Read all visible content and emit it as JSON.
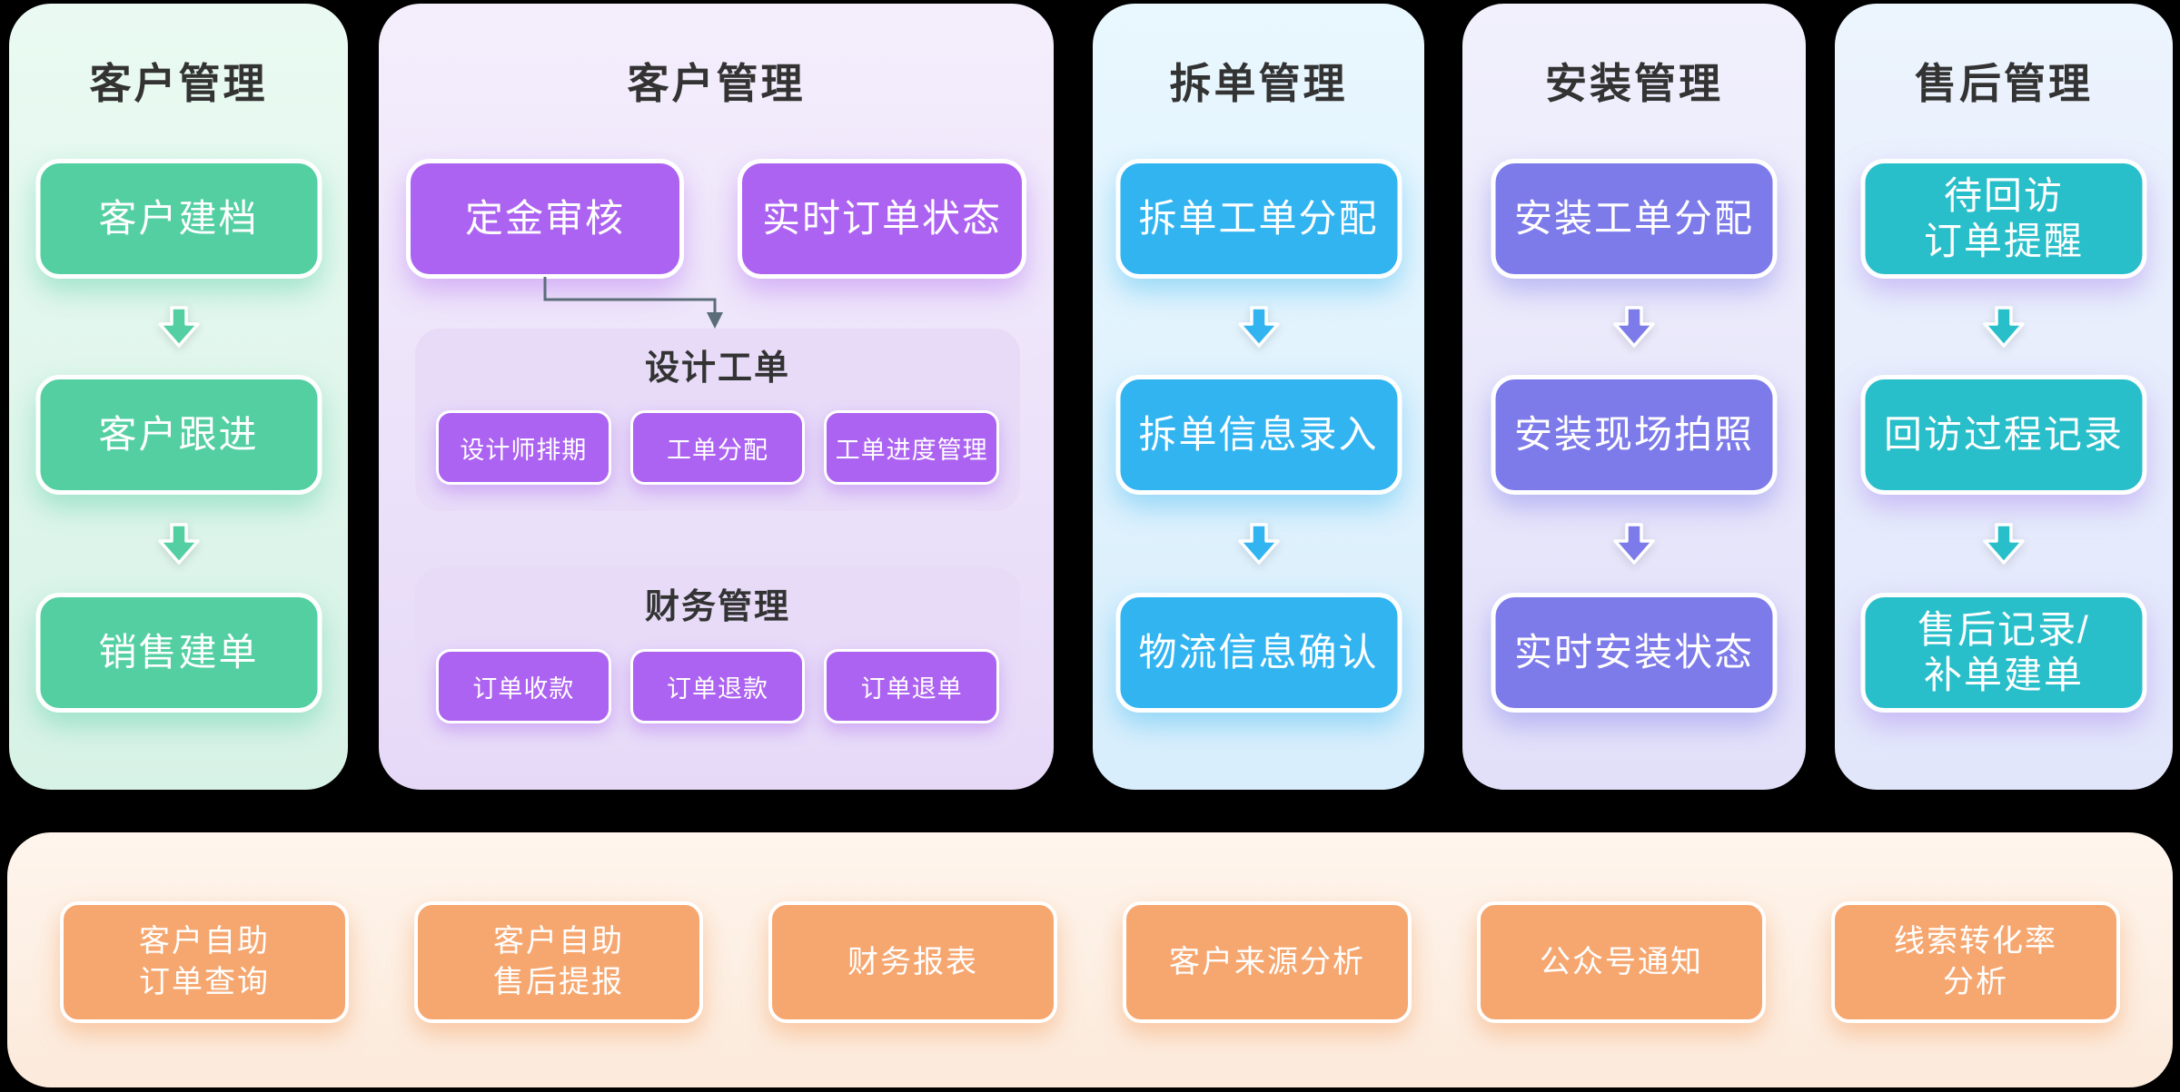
{
  "columns": [
    {
      "title": "客户管理",
      "theme": "green",
      "flow": [
        "客户建档",
        "客户跟进",
        "销售建单"
      ]
    },
    {
      "title": "客户管理",
      "theme": "purple",
      "top_row": [
        "定金审核",
        "实时订单状态"
      ],
      "sections": [
        {
          "title": "设计工单",
          "items": [
            "设计师排期",
            "工单分配",
            "工单进度管理"
          ]
        },
        {
          "title": "财务管理",
          "items": [
            "订单收款",
            "订单退款",
            "订单退单"
          ]
        }
      ]
    },
    {
      "title": "拆单管理",
      "theme": "blue",
      "flow": [
        "拆单工单分配",
        "拆单信息录入",
        "物流信息确认"
      ]
    },
    {
      "title": "安装管理",
      "theme": "indigo",
      "flow": [
        "安装工单分配",
        "安装现场拍照",
        "实时安装状态"
      ]
    },
    {
      "title": "售后管理",
      "theme": "teal",
      "flow": [
        "待回访\n订单提醒",
        "回访过程记录",
        "售后记录/\n补单建单"
      ]
    }
  ],
  "bottom_panel": {
    "items": [
      "客户自助\n订单查询",
      "客户自助\n售后提报",
      "财务报表",
      "客户来源分析",
      "公众号通知",
      "线索转化率\n分析"
    ]
  },
  "colors": {
    "title_text": "#333333",
    "node_text": "#ffffff",
    "connector": "#5c6d7a",
    "green_node": "#53cfa2",
    "purple_node": "#ad63f1",
    "blue_node": "#32b4f1",
    "indigo_node": "#7d7aea",
    "teal_node": "#29bfca",
    "orange_node": "#f6a770"
  }
}
